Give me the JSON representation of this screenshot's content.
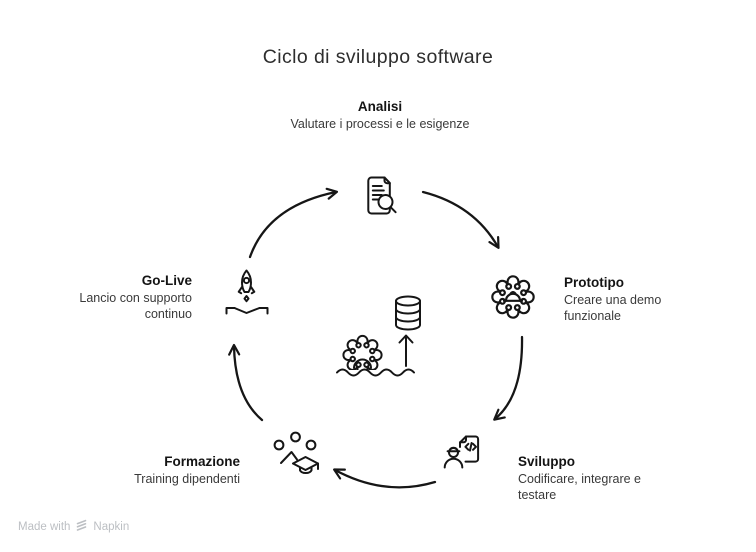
{
  "title": "Ciclo di sviluppo software",
  "diagram_type": "circular-cycle",
  "center_icon": "deployment-gear-waves-database",
  "stages": [
    {
      "id": "analisi",
      "title": "Analisi",
      "description": "Valutare i processi e le esigenze",
      "icon": "document-search-icon",
      "position": "top"
    },
    {
      "id": "prototipo",
      "title": "Prototipo",
      "description": "Creare una demo funzionale",
      "icon": "gear-hardhat-icon",
      "position": "right"
    },
    {
      "id": "sviluppo",
      "title": "Sviluppo",
      "description": "Codificare, integrare e testare",
      "icon": "developer-code-document-icon",
      "position": "bottom-right"
    },
    {
      "id": "formazione",
      "title": "Formazione",
      "description": "Training dipendenti",
      "icon": "people-graduation-icon",
      "position": "bottom-left"
    },
    {
      "id": "golive",
      "title": "Go-Live",
      "description": "Lancio con supporto continuo",
      "icon": "rocket-launch-icon",
      "position": "left"
    }
  ],
  "connections": [
    {
      "from": "analisi",
      "to": "prototipo"
    },
    {
      "from": "prototipo",
      "to": "sviluppo"
    },
    {
      "from": "sviluppo",
      "to": "formazione"
    },
    {
      "from": "formazione",
      "to": "golive"
    },
    {
      "from": "golive",
      "to": "analisi"
    }
  ],
  "watermark": {
    "prefix": "Made with",
    "brand": "Napkin"
  },
  "colors": {
    "background": "#ffffff",
    "ink": "#161616",
    "title_text": "#2e2e2e",
    "stage_title_text": "#141414",
    "stage_desc_text": "#3a3a3a",
    "watermark_text": "#bcbfc3"
  }
}
